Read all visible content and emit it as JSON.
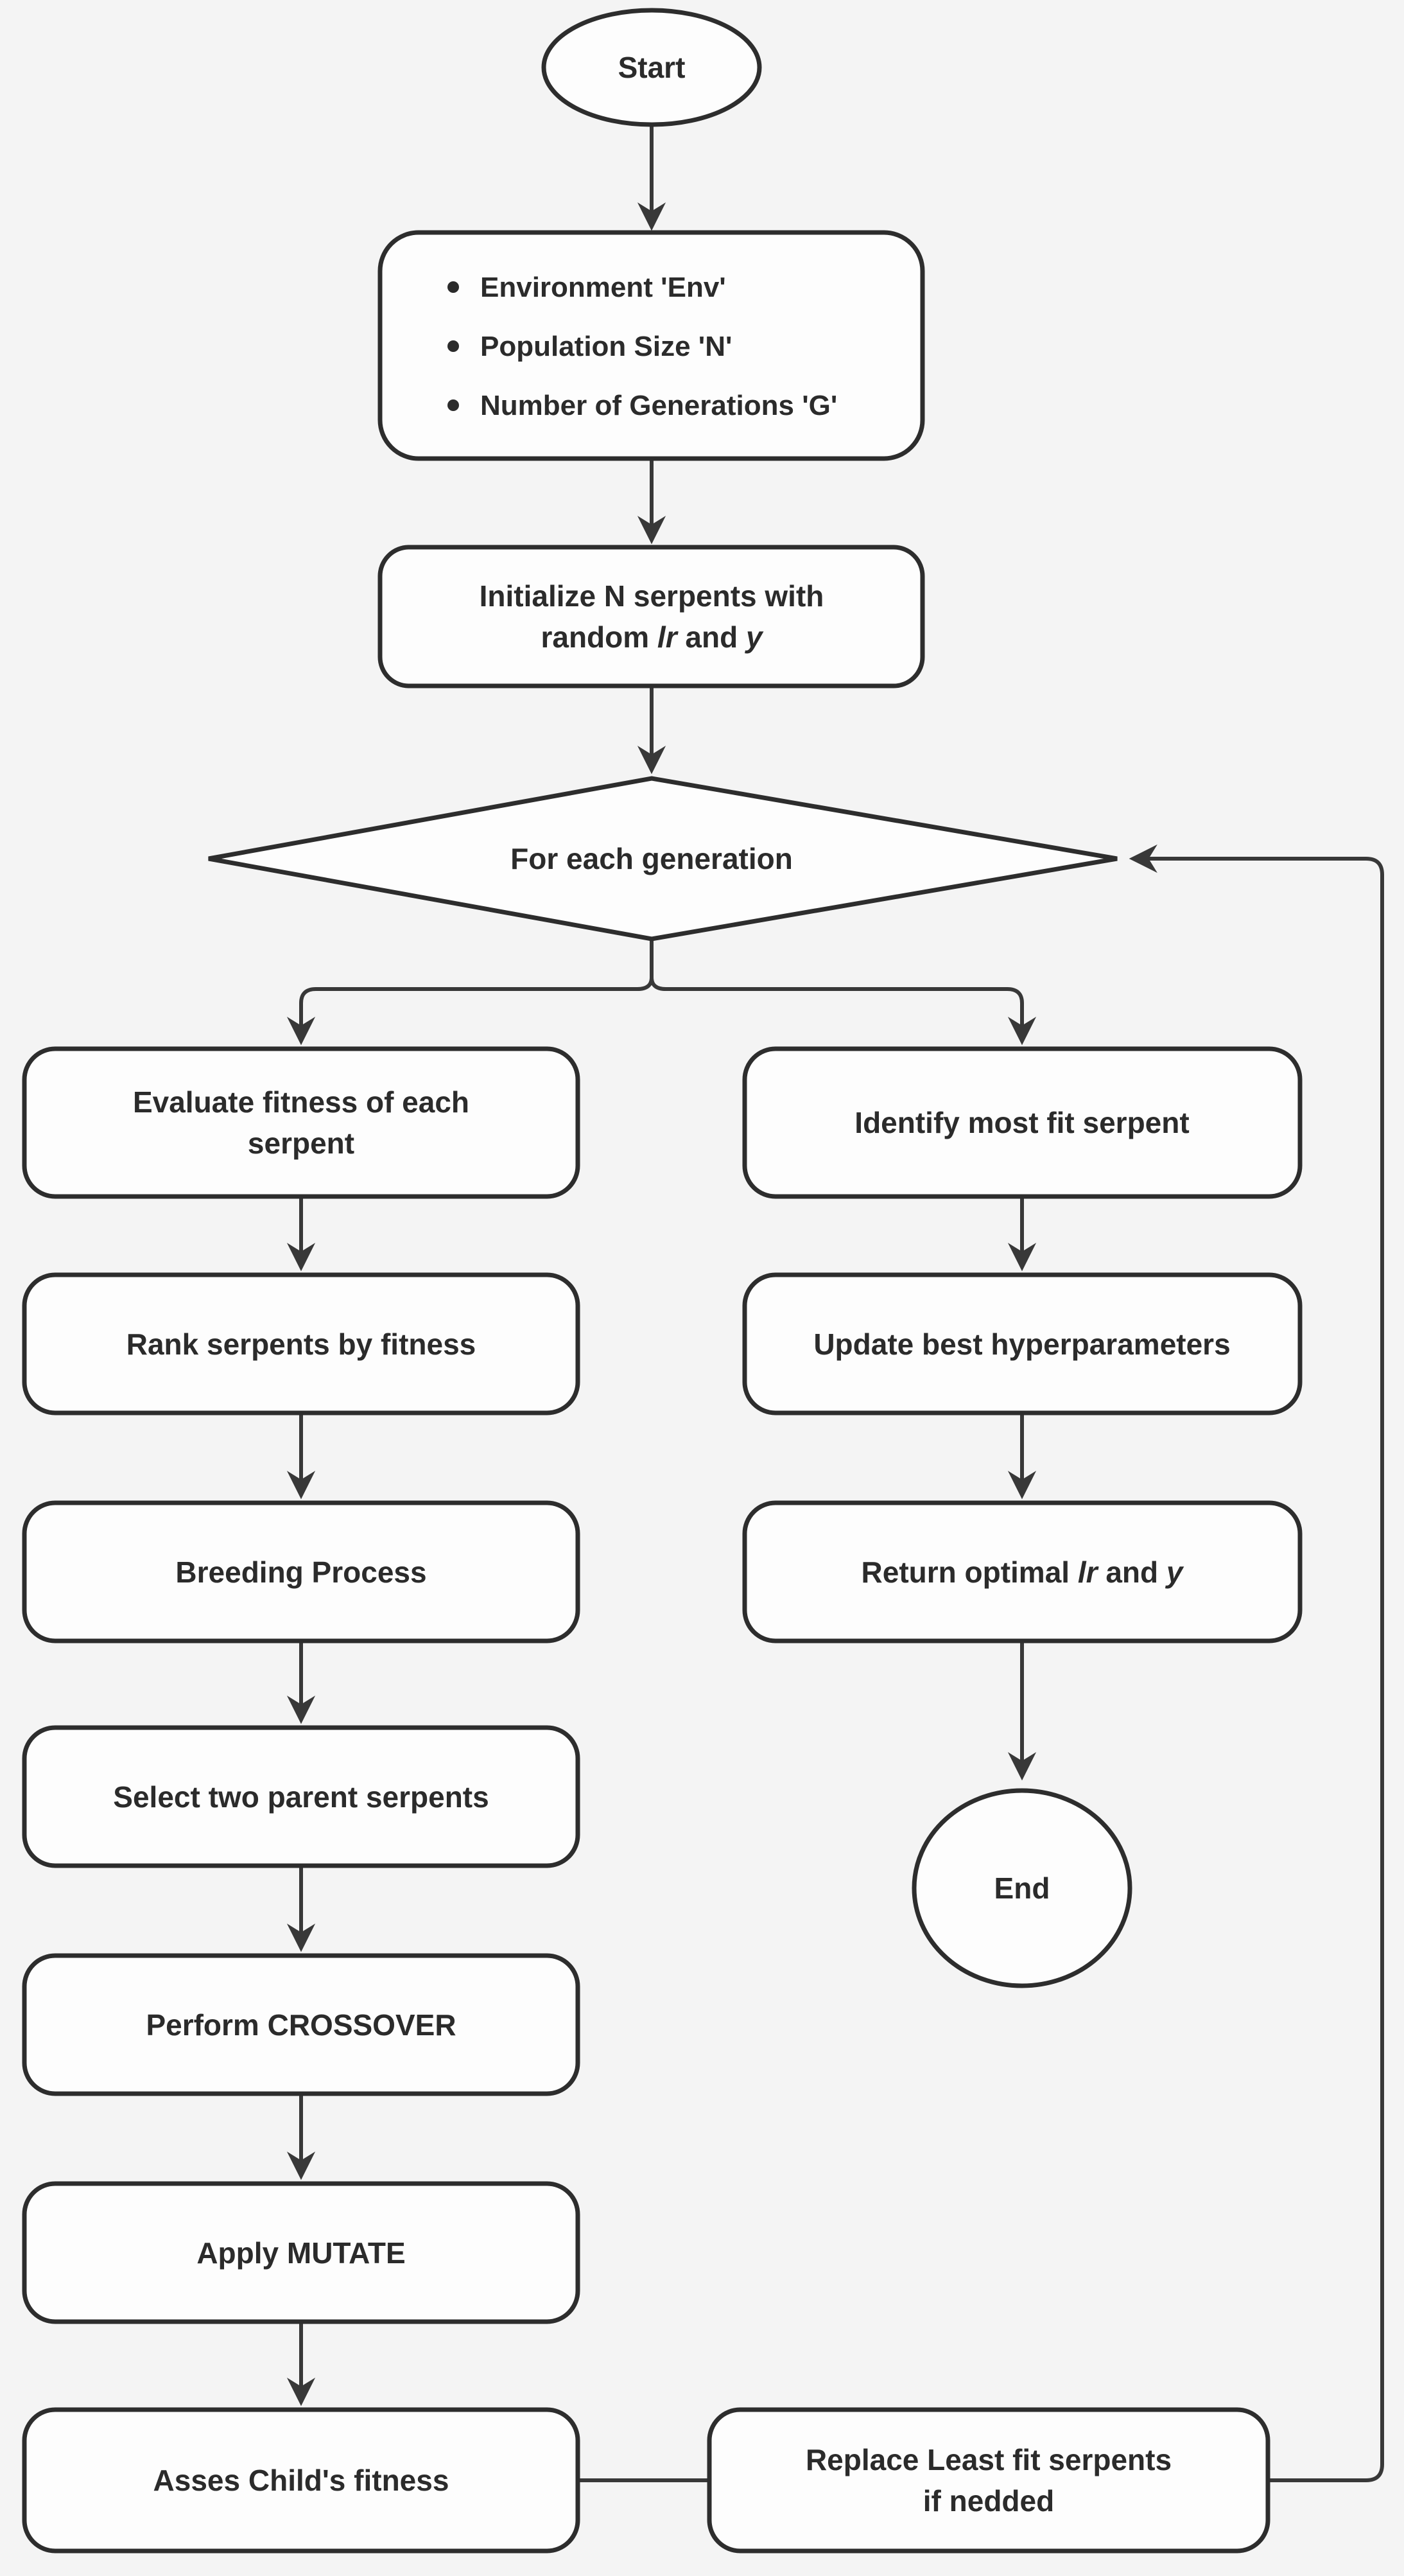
{
  "page": {
    "background_color": "#f4f4f4",
    "node_fill_color": "#fdfdfd",
    "line_color": "#2d2d2d",
    "text_color": "#2b2b2b"
  },
  "nodes": {
    "start": {
      "label": "Start"
    },
    "inputs": {
      "items": [
        "Environment 'Env'",
        "Population Size 'N'",
        "Number of Generations 'G'"
      ]
    },
    "init": {
      "line1": "Initialize N serpents with",
      "line2_prefix": "random ",
      "param1": "lr",
      "conjunction": " and ",
      "param2": "y"
    },
    "generation_loop": {
      "label": "For each generation"
    },
    "evaluate": {
      "line1": "Evaluate fitness of each",
      "line2": "serpent"
    },
    "rank": {
      "label": "Rank serpents by fitness"
    },
    "breeding": {
      "label": "Breeding Process"
    },
    "select_parents": {
      "label": "Select two parent serpents"
    },
    "crossover": {
      "label": "Perform CROSSOVER"
    },
    "mutate": {
      "label": "Apply MUTATE"
    },
    "assess": {
      "label": "Asses Child's fitness"
    },
    "identify": {
      "label": "Identify most fit serpent"
    },
    "update_best": {
      "label": "Update best hyperparameters"
    },
    "return_optimal": {
      "prefix": "Return optimal ",
      "param1": "lr",
      "conjunction": " and ",
      "param2": "y"
    },
    "end": {
      "label": "End"
    },
    "replace": {
      "line1": "Replace Least fit serpents",
      "line2": "if nedded"
    }
  }
}
